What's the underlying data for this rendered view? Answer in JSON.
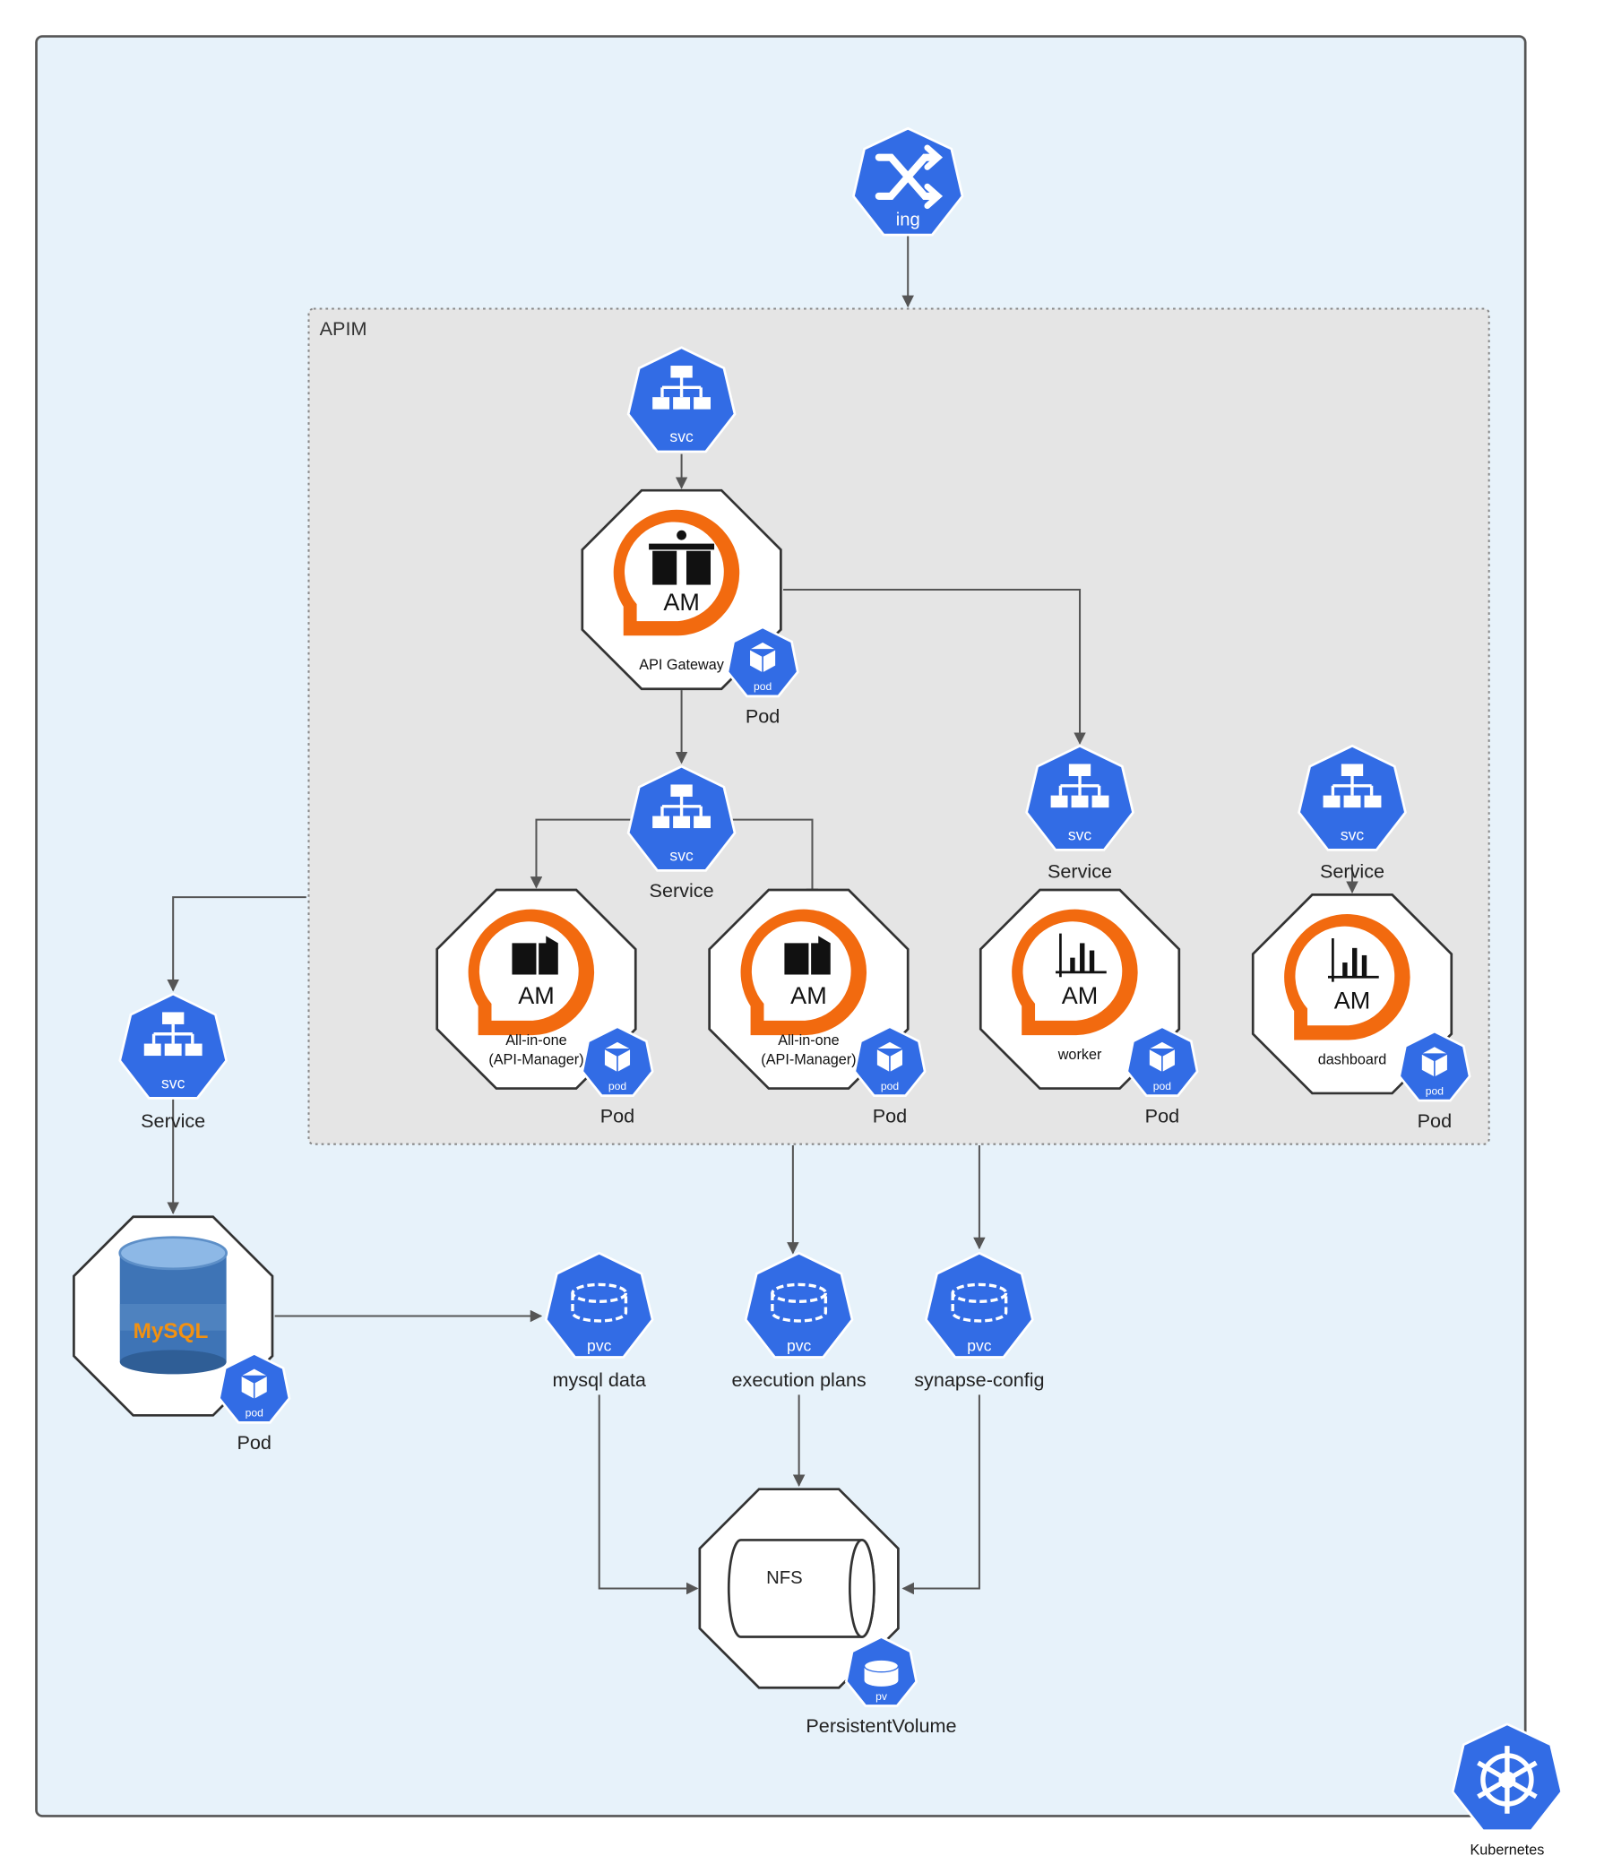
{
  "colors": {
    "k8s_blue": "#326CE5",
    "orange": "#F26A0F",
    "cluster_bg": "#E7F2FA",
    "apim_bg": "#E5E5E5",
    "line": "#555555"
  },
  "cluster": {
    "label": "Kubernetes",
    "icon": "kubernetes-wheel-icon"
  },
  "ingress": {
    "tag": "ing",
    "icon": "shuffle-arrows-icon"
  },
  "apim_group": {
    "label": "APIM"
  },
  "gateway": {
    "svc_tag": "svc",
    "name": "API Gateway",
    "logo_text": "AM",
    "icon": "gateway-doors-icon",
    "pod_tag": "pod",
    "pod_label": "Pod"
  },
  "all_in_one_service": {
    "svc_tag": "svc",
    "label": "Service"
  },
  "all_in_one": [
    {
      "name_line1": "All-in-one",
      "name_line2": "(API-Manager)",
      "logo_text": "AM",
      "pod_tag": "pod",
      "pod_label": "Pod"
    },
    {
      "name_line1": "All-in-one",
      "name_line2": "(API-Manager)",
      "logo_text": "AM",
      "pod_tag": "pod",
      "pod_label": "Pod"
    }
  ],
  "worker": {
    "svc_tag": "svc",
    "svc_label": "Service",
    "name": "worker",
    "logo_text": "AM",
    "pod_tag": "pod",
    "pod_label": "Pod"
  },
  "dashboard": {
    "svc_tag": "svc",
    "svc_label": "Service",
    "name": "dashboard",
    "logo_text": "AM",
    "pod_tag": "pod",
    "pod_label": "Pod"
  },
  "mysql_service": {
    "svc_tag": "svc",
    "label": "Service"
  },
  "mysql": {
    "logo_text": "MySQL",
    "icon": "mysql-database-icon",
    "pod_tag": "pod",
    "pod_label": "Pod"
  },
  "pvcs": [
    {
      "tag": "pvc",
      "label": "mysql data"
    },
    {
      "tag": "pvc",
      "label": "execution plans"
    },
    {
      "tag": "pvc",
      "label": "synapse-config"
    }
  ],
  "nfs": {
    "label": "NFS",
    "pv_tag": "pv",
    "pv_label": "PersistentVolume"
  }
}
